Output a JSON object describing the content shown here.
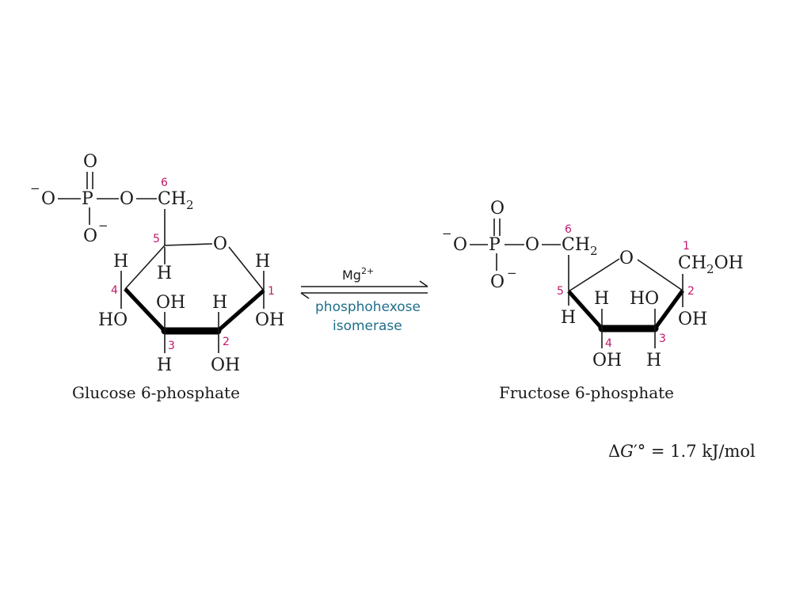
{
  "reactant": {
    "name": "Glucose 6-phosphate",
    "atoms": {
      "o_top": "O",
      "o_minus_left": "O",
      "p": "P",
      "o_bridge": "O",
      "ch": "CH",
      "h2_sub": "2",
      "o_bottom": "O",
      "ring_o": "O",
      "h_c5": "H",
      "h_c4_top": "H",
      "ho_c4": "HO",
      "oh_c3": "OH",
      "h_c3": "H",
      "h_c2": "H",
      "oh_c2": "OH",
      "h_c1": "H",
      "oh_c1": "OH"
    },
    "charges": {
      "left": "−",
      "bottom": "−"
    },
    "carbon_numbers": {
      "c6": "6",
      "c5": "5",
      "c4": "4",
      "c3": "3",
      "c2": "2",
      "c1": "1"
    }
  },
  "product": {
    "name": "Fructose 6-phosphate",
    "atoms": {
      "o_top": "O",
      "o_minus_left": "O",
      "p": "P",
      "o_bridge": "O",
      "ch": "CH",
      "h2_sub": "2",
      "o_bottom": "O",
      "ring_o": "O",
      "ch2oh_ch": "CH",
      "ch2oh_sub": "2",
      "ch2oh_oh": "OH",
      "h_c5": "H",
      "h_c4": "H",
      "oh_c4": "OH",
      "ho_c3": "HO",
      "h_c3": "H",
      "oh_c2": "OH"
    },
    "charges": {
      "left": "−",
      "bottom": "−"
    },
    "carbon_numbers": {
      "c6": "6",
      "c5": "5",
      "c4": "4",
      "c3": "3",
      "c2": "2",
      "c1": "1"
    }
  },
  "reaction": {
    "cofactor_base": "Mg",
    "cofactor_charge": "2+",
    "enzyme_line1": "phosphohexose",
    "enzyme_line2": "isomerase"
  },
  "energy": {
    "delta": "Δ",
    "symbol": "G",
    "prime_degree": "′°",
    "value": " = 1.7 kJ/mol"
  }
}
